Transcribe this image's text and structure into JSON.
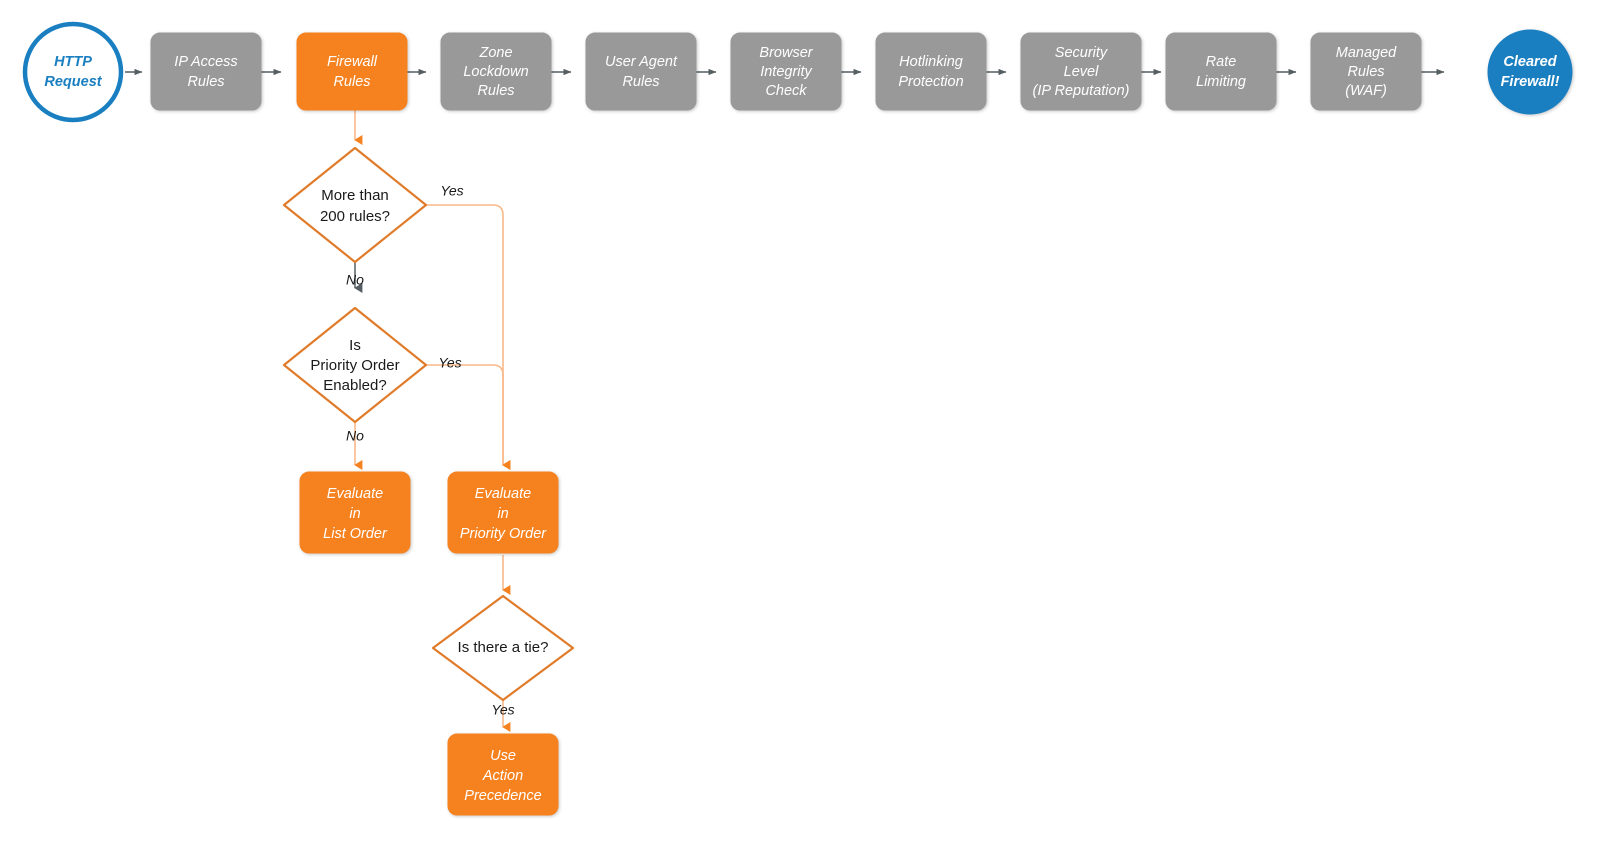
{
  "diagram": {
    "title": "Cloudflare Firewall Rules Evaluation Flow",
    "background": "#FFFFFF",
    "colors": {
      "gray_node": "#999999",
      "orange_node": "#F5821F",
      "orange_stroke": "#E07B2A",
      "blue_node": "#1A7FC1",
      "connector_gray": "#555F63",
      "connector_orange": "#F9B98A",
      "text_light": "#FFFFFF",
      "text_dark": "#1A1A1A"
    }
  },
  "pipeline": {
    "start": {
      "label": "HTTP Request",
      "lines": [
        "HTTP",
        "Request"
      ],
      "shape": "circle-outline",
      "color": "#1A7FC1"
    },
    "end": {
      "label": "Cleared Firewall!",
      "lines": [
        "Cleared",
        "Firewall!"
      ],
      "shape": "circle-filled",
      "color": "#1A7FC1"
    },
    "stages": [
      {
        "label": "IP Access Rules",
        "lines": [
          "IP Access",
          "Rules"
        ],
        "color": "#999999",
        "highlighted": false
      },
      {
        "label": "Firewall Rules",
        "lines": [
          "Firewall",
          "Rules"
        ],
        "color": "#F5821F",
        "highlighted": true
      },
      {
        "label": "Zone Lockdown Rules",
        "lines": [
          "Zone",
          "Lockdown",
          "Rules"
        ],
        "color": "#999999",
        "highlighted": false
      },
      {
        "label": "User Agent Rules",
        "lines": [
          "User Agent",
          "Rules"
        ],
        "color": "#999999",
        "highlighted": false
      },
      {
        "label": "Browser Integrity Check",
        "lines": [
          "Browser",
          "Integrity",
          "Check"
        ],
        "color": "#999999",
        "highlighted": false
      },
      {
        "label": "Hotlinking Protection",
        "lines": [
          "Hotlinking",
          "Protection"
        ],
        "color": "#999999",
        "highlighted": false
      },
      {
        "label": "Security Level (IP Reputation)",
        "lines": [
          "Security",
          "Level",
          "(IP Reputation)"
        ],
        "color": "#999999",
        "highlighted": false
      },
      {
        "label": "Rate Limiting",
        "lines": [
          "Rate",
          "Limiting"
        ],
        "color": "#999999",
        "highlighted": false
      },
      {
        "label": "Managed Rules (WAF)",
        "lines": [
          "Managed",
          "Rules",
          "(WAF)"
        ],
        "color": "#999999",
        "highlighted": false
      }
    ]
  },
  "branch": {
    "decisions": [
      {
        "id": "more-than-200-rules",
        "label": "More than 200 rules?",
        "lines": [
          "More than",
          "200 rules?"
        ]
      },
      {
        "id": "is-priority-order-enabled",
        "label": "Is Priority Order Enabled?",
        "lines": [
          "Is",
          "Priority Order",
          "Enabled?"
        ]
      },
      {
        "id": "is-there-a-tie",
        "label": "Is there a tie?",
        "lines": [
          "Is there a tie?"
        ]
      }
    ],
    "outcomes": [
      {
        "id": "evaluate-in-list-order",
        "label": "Evaluate in List Order",
        "lines": [
          "Evaluate",
          "in",
          "List Order"
        ],
        "color": "#F5821F"
      },
      {
        "id": "evaluate-in-priority-order",
        "label": "Evaluate in Priority Order",
        "lines": [
          "Evaluate",
          "in",
          "Priority Order"
        ],
        "color": "#F5821F"
      },
      {
        "id": "use-action-precedence",
        "label": "Use Action Precedence",
        "lines": [
          "Use",
          "Action",
          "Precedence"
        ],
        "color": "#F5821F"
      }
    ],
    "edge_labels": {
      "more_than_200_yes": "Yes",
      "more_than_200_no": "No",
      "priority_order_yes": "Yes",
      "priority_order_no": "No",
      "tie_yes": "Yes"
    }
  }
}
